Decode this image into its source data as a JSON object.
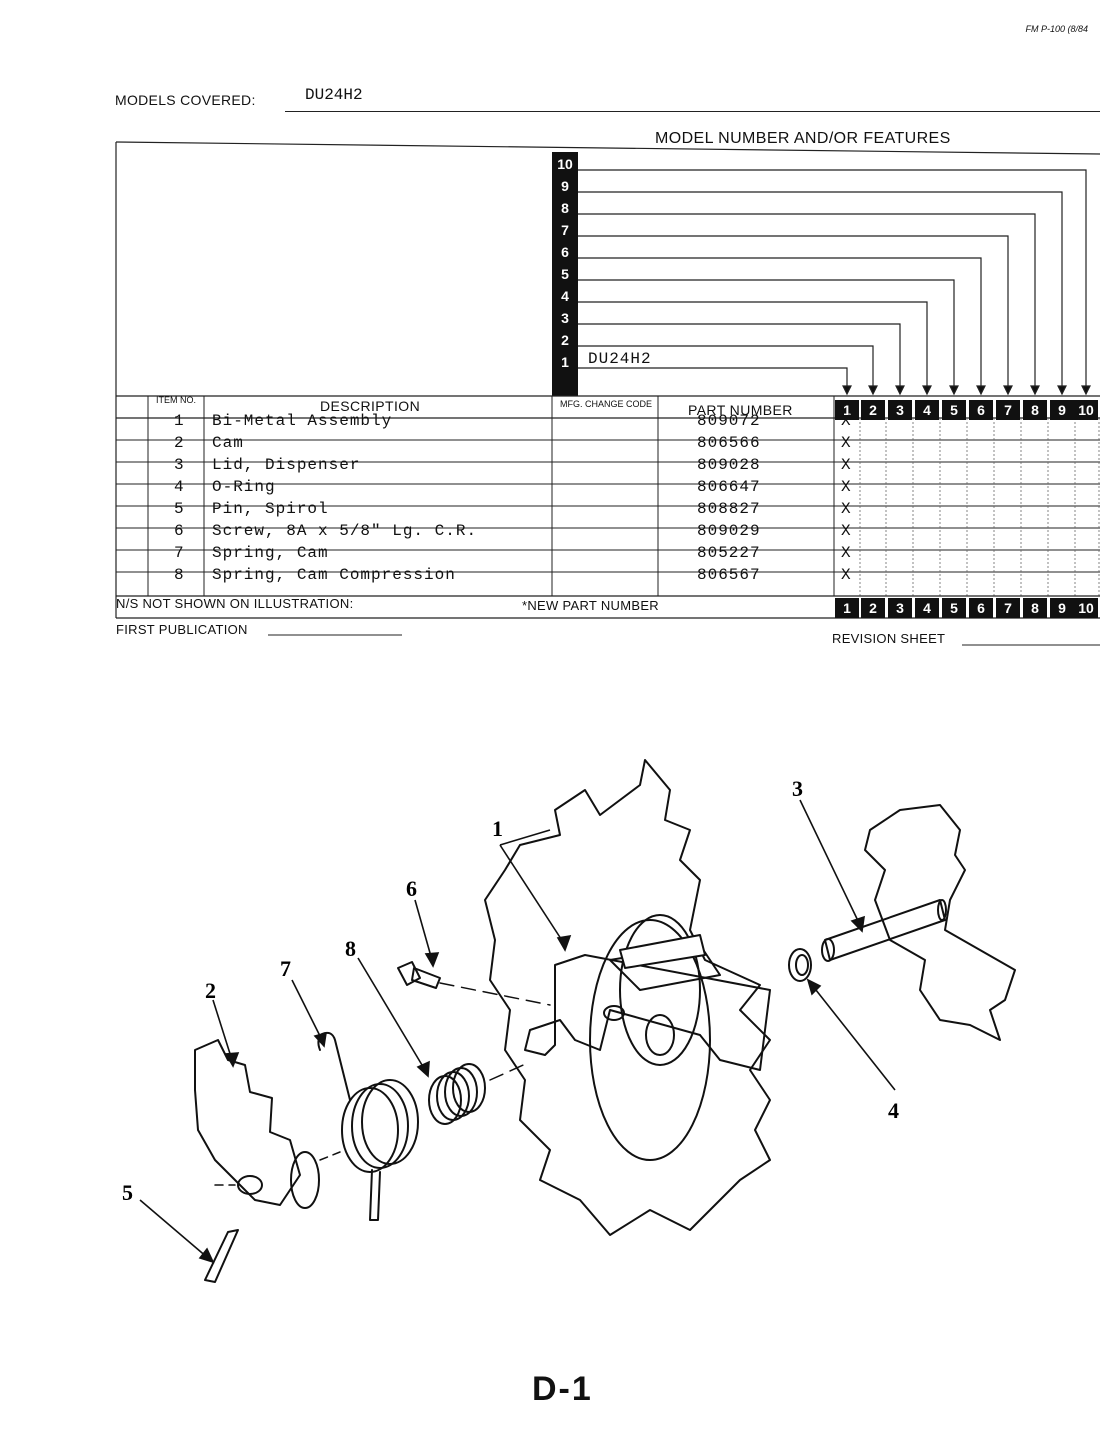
{
  "form_id": "FM P-100 (8/84",
  "models_covered": {
    "label": "MODELS COVERED:",
    "value": "DU24H2"
  },
  "model_features": {
    "title": "MODEL NUMBER AND/OR FEATURES",
    "numbers": [
      "10",
      "9",
      "8",
      "7",
      "6",
      "5",
      "4",
      "3",
      "2",
      "1"
    ],
    "model_1": "DU24H2"
  },
  "table": {
    "headers": {
      "item_no": "ITEM NO.",
      "description": "DESCRIPTION",
      "mfg_change_code": "MFG. CHANGE CODE",
      "part_number": "PART NUMBER"
    },
    "columns": [
      "1",
      "2",
      "3",
      "4",
      "5",
      "6",
      "7",
      "8",
      "9",
      "10"
    ],
    "rows": [
      {
        "item": "1",
        "description": "Bi-Metal Assembly",
        "part": "809072",
        "mark": "X"
      },
      {
        "item": "2",
        "description": "Cam",
        "part": "806566",
        "mark": "X"
      },
      {
        "item": "3",
        "description": "Lid, Dispenser",
        "part": "809028",
        "mark": "X"
      },
      {
        "item": "4",
        "description": "O-Ring",
        "part": "806647",
        "mark": "X"
      },
      {
        "item": "5",
        "description": "Pin, Spirol",
        "part": "808827",
        "mark": "X"
      },
      {
        "item": "6",
        "description": "Screw, 8A x 5/8\" Lg. C.R.",
        "part": "809029",
        "mark": "X"
      },
      {
        "item": "7",
        "description": "Spring, Cam",
        "part": "805227",
        "mark": "X"
      },
      {
        "item": "8",
        "description": "Spring, Cam Compression",
        "part": "806567",
        "mark": "X"
      }
    ],
    "ns_note": "N/S NOT SHOWN ON ILLUSTRATION:",
    "new_part_note": "*NEW PART NUMBER"
  },
  "footer": {
    "first_publication": "FIRST PUBLICATION",
    "revision_sheet": "REVISION SHEET"
  },
  "diagram": {
    "callouts": [
      "1",
      "2",
      "3",
      "4",
      "5",
      "6",
      "7",
      "8"
    ]
  },
  "page_label": "D-1"
}
